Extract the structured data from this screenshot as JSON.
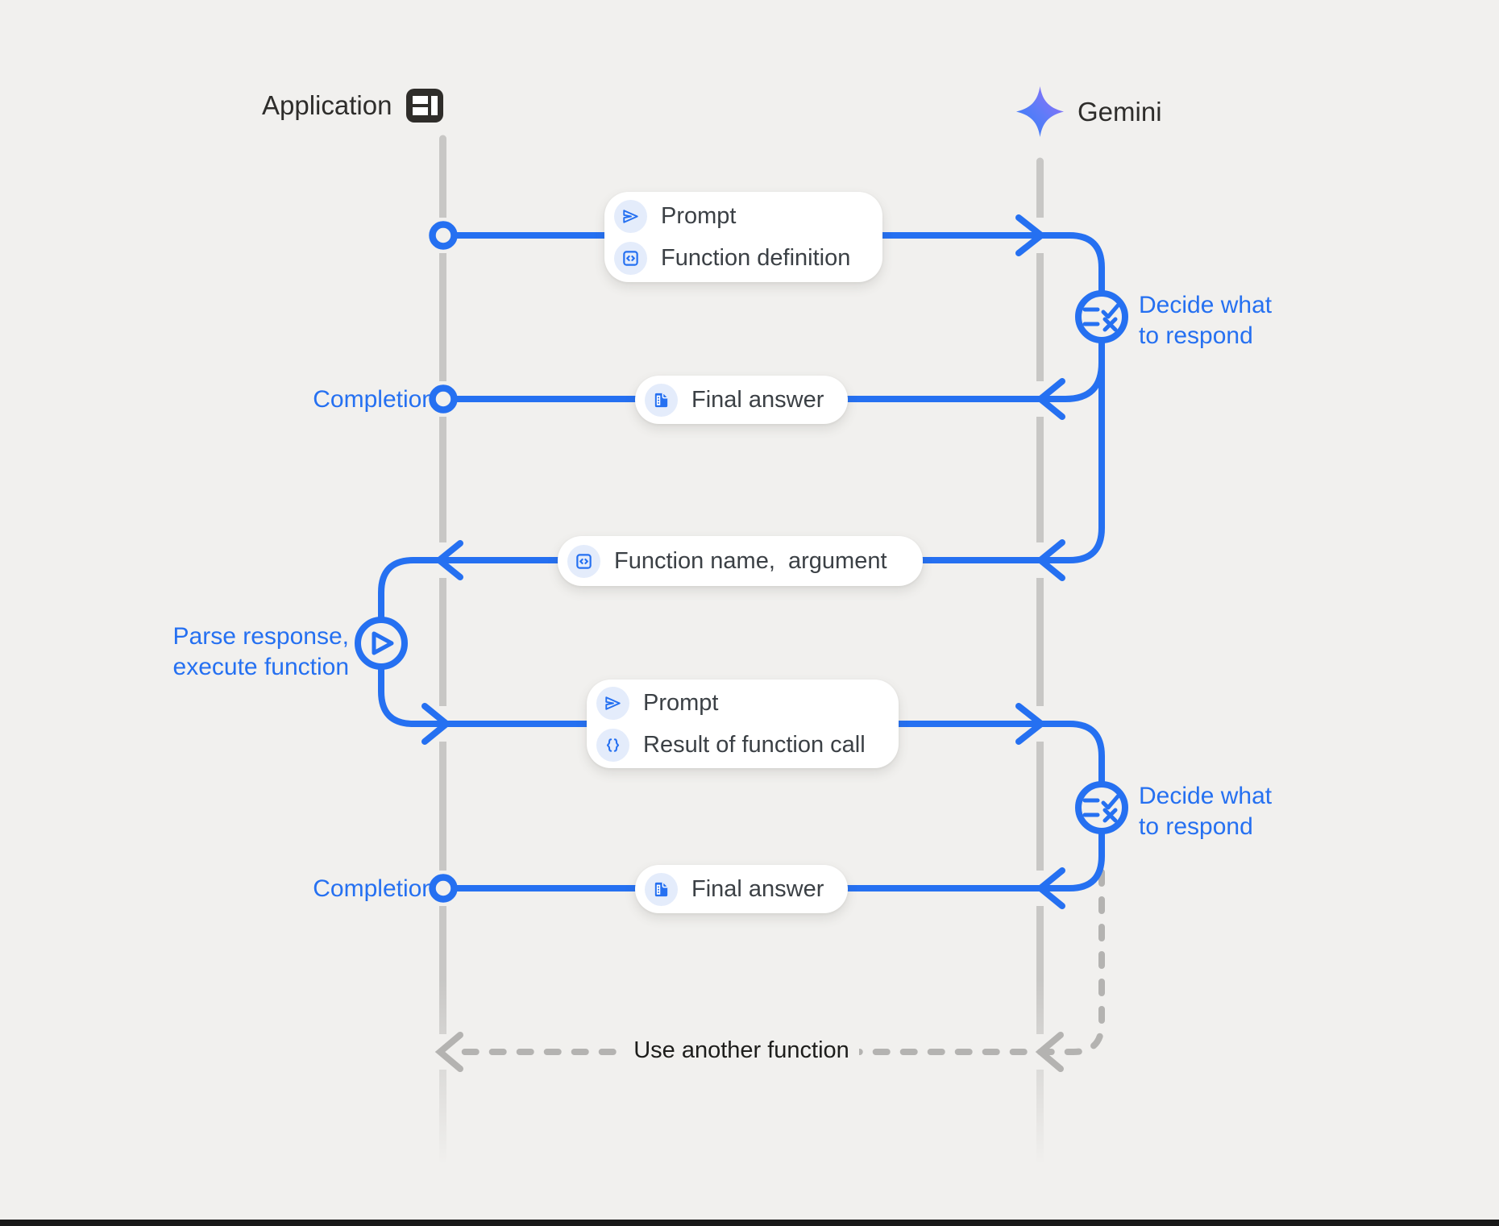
{
  "theme": {
    "background": "#f1f0ee",
    "accent_blue": "#2570f1",
    "icon_chip_bg": "#e4ecfb",
    "lifeline_gray": "#c8c7c5",
    "dashed_gray": "#b4b3b1",
    "header_text": "#2e2d2b",
    "box_text": "#3b4045"
  },
  "actors": {
    "application": {
      "label": "Application",
      "icon": "app-window-icon"
    },
    "gemini": {
      "label": "Gemini",
      "icon": "gemini-spark-icon"
    }
  },
  "boxes": {
    "prompt_function_definition": {
      "rows": [
        {
          "icon": "send-icon",
          "label": "Prompt"
        },
        {
          "icon": "code-brackets-icon",
          "label": "Function definition"
        }
      ]
    },
    "final_answer_1": {
      "rows": [
        {
          "icon": "document-icon",
          "label": "Final answer"
        }
      ]
    },
    "function_name_argument": {
      "rows": [
        {
          "icon": "code-brackets-icon",
          "label": "Function name,  argument"
        }
      ]
    },
    "prompt_function_result": {
      "rows": [
        {
          "icon": "send-icon",
          "label": "Prompt"
        },
        {
          "icon": "curly-braces-icon",
          "label": "Result of function call"
        }
      ]
    },
    "final_answer_2": {
      "rows": [
        {
          "icon": "document-icon",
          "label": "Final answer"
        }
      ]
    }
  },
  "annotations": {
    "decide_1": {
      "line1": "Decide what",
      "line2": "to respond"
    },
    "decide_2": {
      "line1": "Decide what",
      "line2": "to respond"
    },
    "completion_1": "Completion",
    "completion_2": "Completion",
    "parse_execute": {
      "line1": "Parse response,",
      "line2": "execute function"
    },
    "use_another_function": "Use another function"
  },
  "nodes": {
    "decide_1_icon": "decision-checklist-icon",
    "decide_2_icon": "decision-checklist-icon",
    "parse_execute_icon": "play-icon"
  }
}
